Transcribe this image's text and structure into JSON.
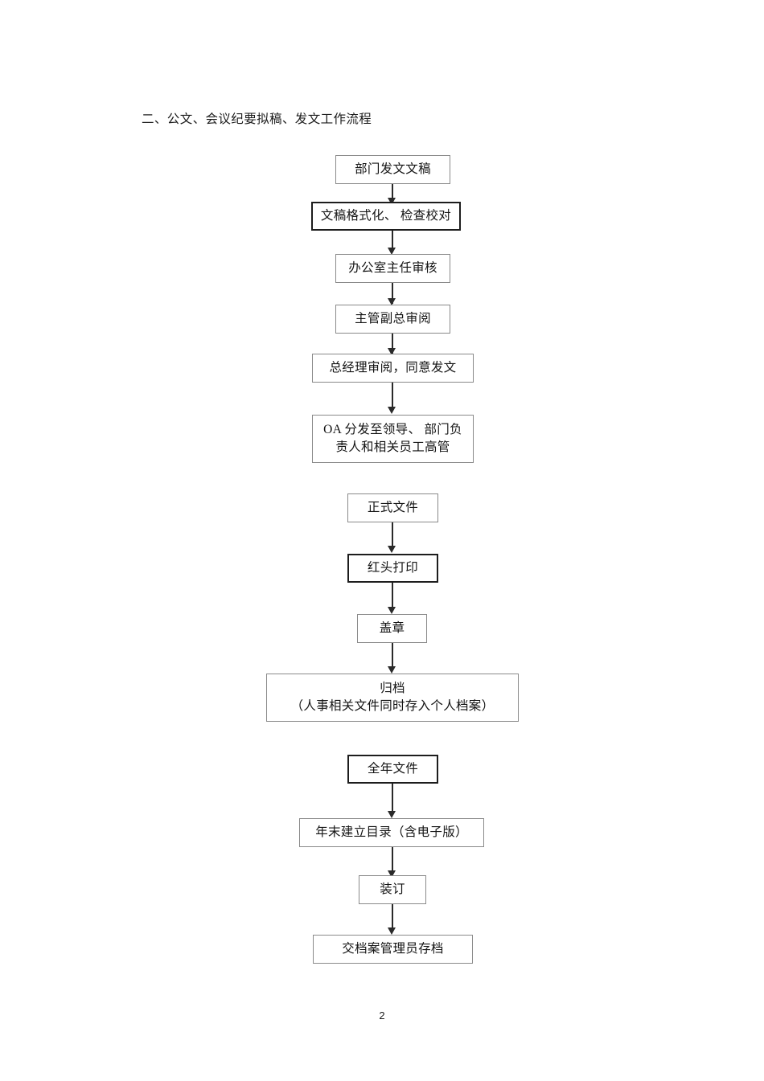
{
  "document": {
    "heading": "二、公文、会议纪要拟稿、发文工作流程",
    "page_number": "2"
  },
  "flowchart": {
    "type": "flowchart",
    "orientation": "vertical",
    "groups": [
      {
        "name": "drafting-and-approval",
        "nodes": [
          {
            "id": "n1",
            "label": "部门发文文稿",
            "emphasis": "normal"
          },
          {
            "id": "n2",
            "label": "文稿格式化、 检查校对",
            "emphasis": "strong"
          },
          {
            "id": "n3",
            "label": "办公室主任审核",
            "emphasis": "normal"
          },
          {
            "id": "n4",
            "label": "主管副总审阅",
            "emphasis": "normal"
          },
          {
            "id": "n5",
            "label": "总经理审阅，同意发文",
            "emphasis": "normal"
          },
          {
            "id": "n6",
            "label_line1": "OA 分发至领导、 部门负",
            "label_line2": "责人和相关员工高管",
            "emphasis": "normal"
          }
        ]
      },
      {
        "name": "formal-document-issuing",
        "nodes": [
          {
            "id": "n7",
            "label": "正式文件",
            "emphasis": "normal"
          },
          {
            "id": "n8",
            "label": "红头打印",
            "emphasis": "strong"
          },
          {
            "id": "n9",
            "label": "盖章",
            "emphasis": "normal"
          },
          {
            "id": "n10",
            "label_line1": "归档",
            "label_line2": "（人事相关文件同时存入个人档案）",
            "emphasis": "normal"
          }
        ]
      },
      {
        "name": "annual-archiving",
        "nodes": [
          {
            "id": "n11",
            "label": "全年文件",
            "emphasis": "strong"
          },
          {
            "id": "n12",
            "label": "年末建立目录（含电子版）",
            "emphasis": "normal"
          },
          {
            "id": "n13",
            "label": "装订",
            "emphasis": "normal"
          },
          {
            "id": "n14",
            "label": "交档案管理员存档",
            "emphasis": "normal"
          }
        ]
      }
    ],
    "colors": {
      "box_border_normal": "#8a8a8a",
      "box_border_strong": "#1d1d1d",
      "connector": "#2a2a2a",
      "text": "#141414",
      "background": "#ffffff"
    }
  }
}
